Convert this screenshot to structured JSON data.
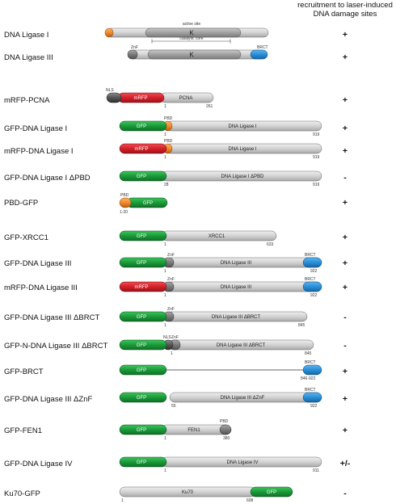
{
  "header": [
    "recruitment to laser-induced",
    "DNA damage sites"
  ],
  "colors": {
    "gfp": "#1a9a3a",
    "mrfp": "#d4202a",
    "pbd": "#f08a30",
    "brct": "#2a8fd8",
    "znf": "#7a7a7a",
    "nls": "#555555",
    "grey": "#cfcfcf",
    "dark": "#9a9a9a"
  },
  "rows": [
    {
      "label": "DNA Ligase I",
      "result": "+",
      "texts": [
        "active site",
        "K",
        "catalytic core"
      ]
    },
    {
      "label": "DNA Ligase III",
      "result": "+",
      "texts": [
        "ZnF",
        "K",
        "BRCT"
      ]
    },
    {
      "label": "mRFP-PCNA",
      "result": "+",
      "texts": [
        "NLS",
        "mRFP",
        "PCNA",
        "1",
        "261"
      ]
    },
    {
      "label": "GFP-DNA Ligase I",
      "result": "+",
      "texts": [
        "GFP",
        "PBD",
        "DNA Ligase I",
        "1",
        "919"
      ]
    },
    {
      "label": "mRFP-DNA Ligase I",
      "result": "+",
      "texts": [
        "mRFP",
        "PBD",
        "DNA Ligase I",
        "1",
        "919"
      ]
    },
    {
      "label": "GFP-DNA Ligase I ΔPBD",
      "result": "-",
      "texts": [
        "GFP",
        "DNA Ligase I ΔPBD",
        "28",
        "919"
      ]
    },
    {
      "label": "PBD-GFP",
      "result": "+",
      "texts": [
        "PBD",
        "GFP",
        "1-20"
      ]
    },
    {
      "label": "GFP-XRCC1",
      "result": "+",
      "texts": [
        "GFP",
        "XRCC1",
        "1",
        "633"
      ]
    },
    {
      "label": "GFP-DNA Ligase III",
      "result": "+",
      "texts": [
        "GFP",
        "ZnF",
        "DNA Ligase III",
        "BRCT",
        "1",
        "922"
      ]
    },
    {
      "label": "mRFP-DNA Ligase III",
      "result": "+",
      "texts": [
        "mRFP",
        "ZnF",
        "DNA Ligase III",
        "BRCT",
        "1",
        "922"
      ]
    },
    {
      "label": "GFP-DNA Ligase III ΔBRCT",
      "result": "-",
      "texts": [
        "GFP",
        "ZnF",
        "DNA Ligase III ΔBRCT",
        "1",
        "845"
      ]
    },
    {
      "label": "GFP-N-DNA Ligase III ΔBRCT",
      "result": "-",
      "texts": [
        "GFP",
        "NLS",
        "ZnF",
        "DNA Ligase III ΔBRCT",
        "1",
        "845"
      ]
    },
    {
      "label": "GFP-BRCT",
      "result": "+",
      "texts": [
        "GFP",
        "BRCT",
        "846-922"
      ]
    },
    {
      "label": "GFP-DNA Ligase III ΔZnF",
      "result": "+",
      "texts": [
        "GFP",
        "DNA Ligase III ΔZnF",
        "BRCT",
        "55",
        "922"
      ]
    },
    {
      "label": "GFP-FEN1",
      "result": "+",
      "texts": [
        "GFP",
        "FEN1",
        "PBD",
        "1",
        "380"
      ]
    },
    {
      "label": "GFP-DNA Ligase IV",
      "result": "+/-",
      "texts": [
        "GFP",
        "DNA Ligase IV",
        "1",
        "911"
      ]
    },
    {
      "label": "Ku70-GFP",
      "result": "-",
      "texts": [
        "Ku70",
        "GFP",
        "1",
        "608"
      ]
    }
  ]
}
